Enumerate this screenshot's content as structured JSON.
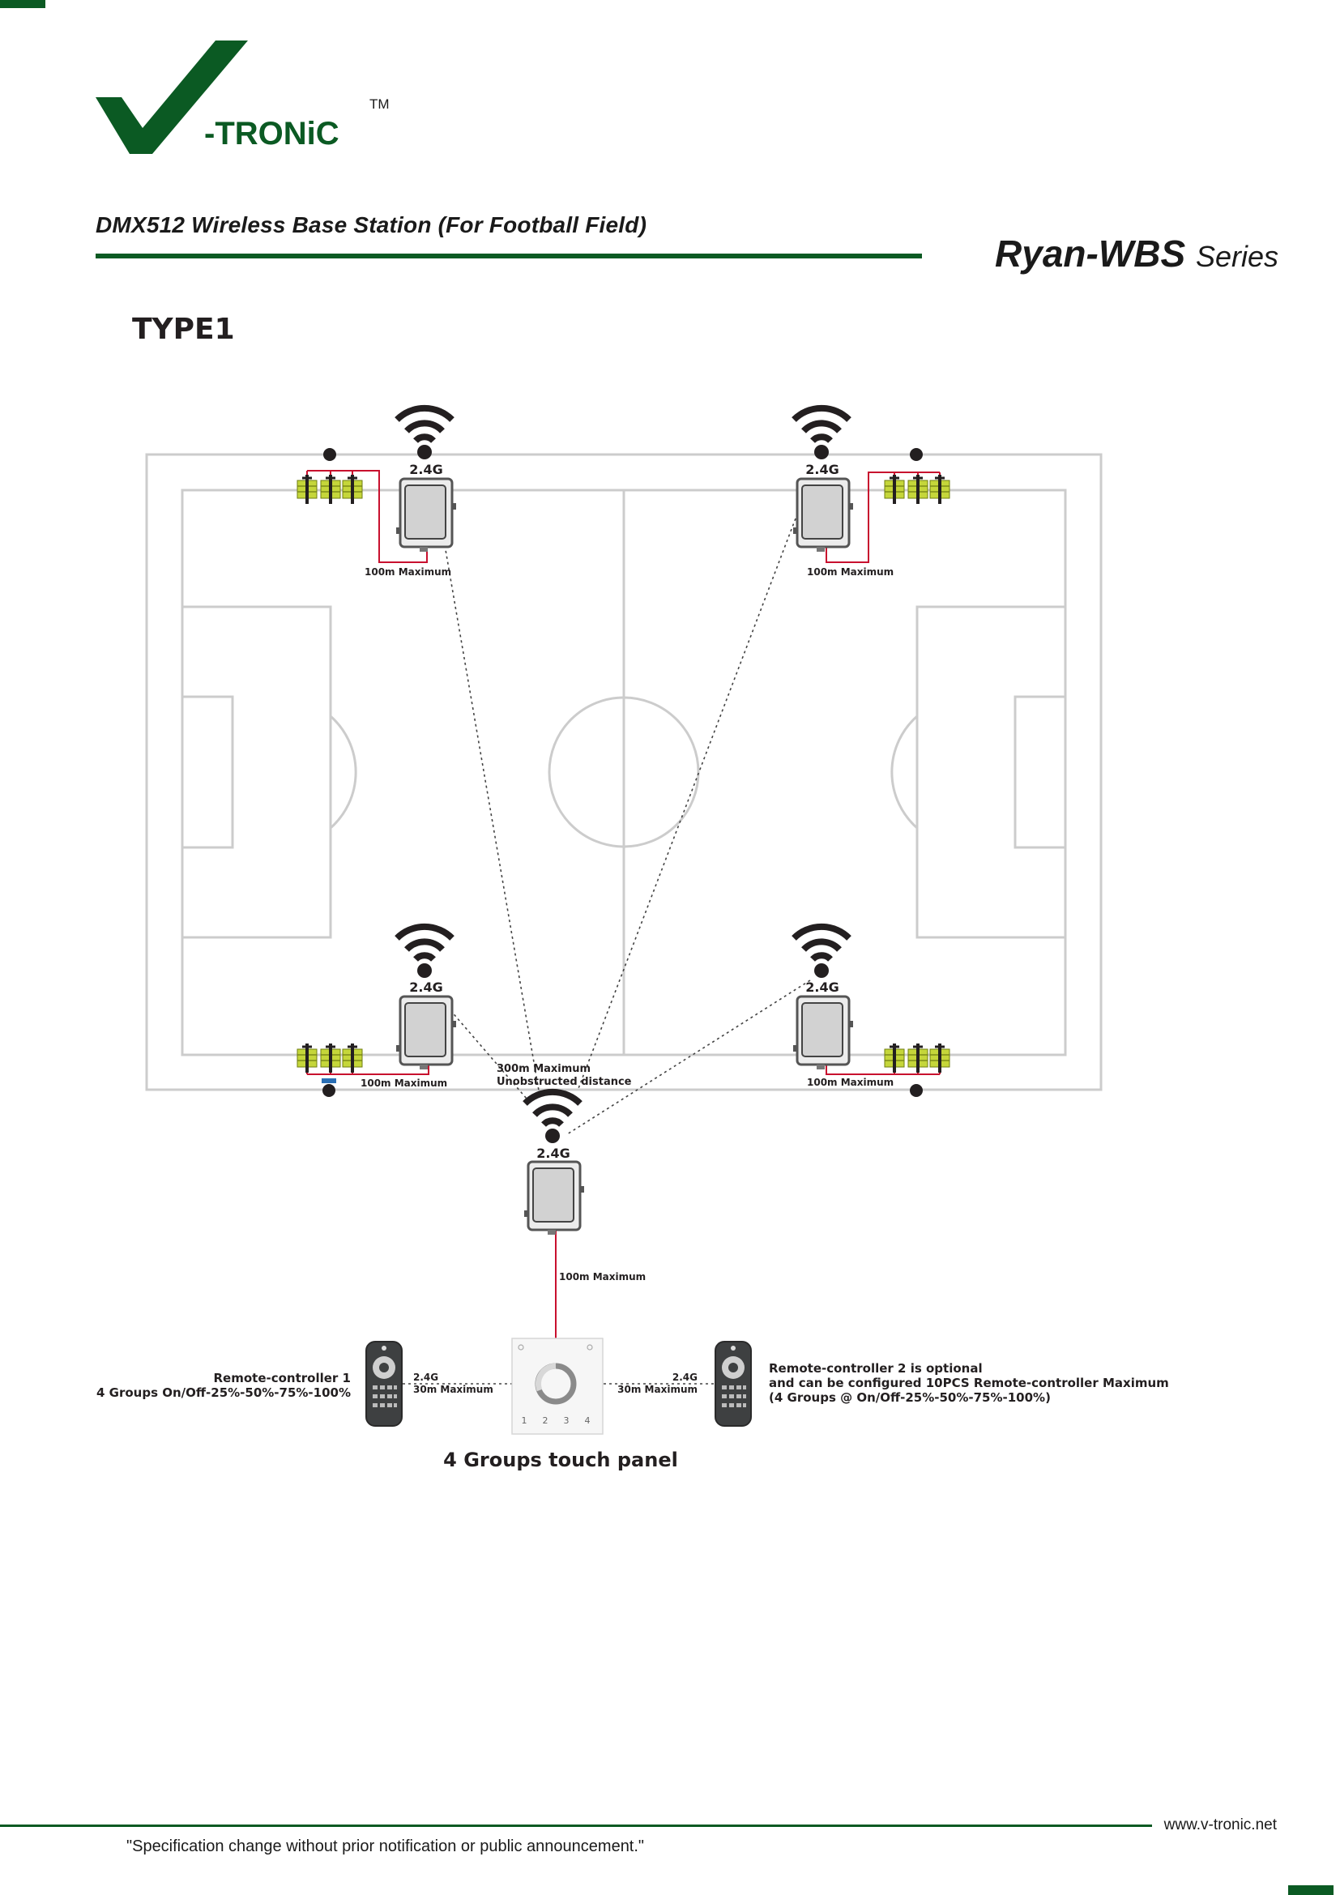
{
  "brand": {
    "name": "-TRONiC",
    "trademark": "TM",
    "color": "#0b5a23"
  },
  "header": {
    "title": "DMX512 Wireless Base Station (For Football Field)",
    "series_name": "Ryan-WBS",
    "series_word": "Series"
  },
  "section": {
    "title": "TYPE1"
  },
  "diagram": {
    "signal_band": "2.4G",
    "wired_distance": "100m Maximum",
    "wireless_distance_line1": "300m Maximum",
    "wireless_distance_line2": "Unobstructed distance",
    "remote_distance": "30m Maximum",
    "panel_caption": "4 Groups touch panel",
    "panel_keys": [
      "1",
      "2",
      "3",
      "4"
    ],
    "remote1": {
      "line1": "Remote-controller 1",
      "line2": "4 Groups   On/Off-25%-50%-75%-100%"
    },
    "remote2": {
      "line1": "Remote-controller 2 is optional",
      "line2": "and can be configured 10PCS Remote-controller Maximum",
      "line3": "(4 Groups @ On/Off-25%-50%-75%-100%)"
    }
  },
  "footer": {
    "url": "www.v-tronic.net",
    "note": "\"Specification change without prior notification or public announcement.\""
  }
}
